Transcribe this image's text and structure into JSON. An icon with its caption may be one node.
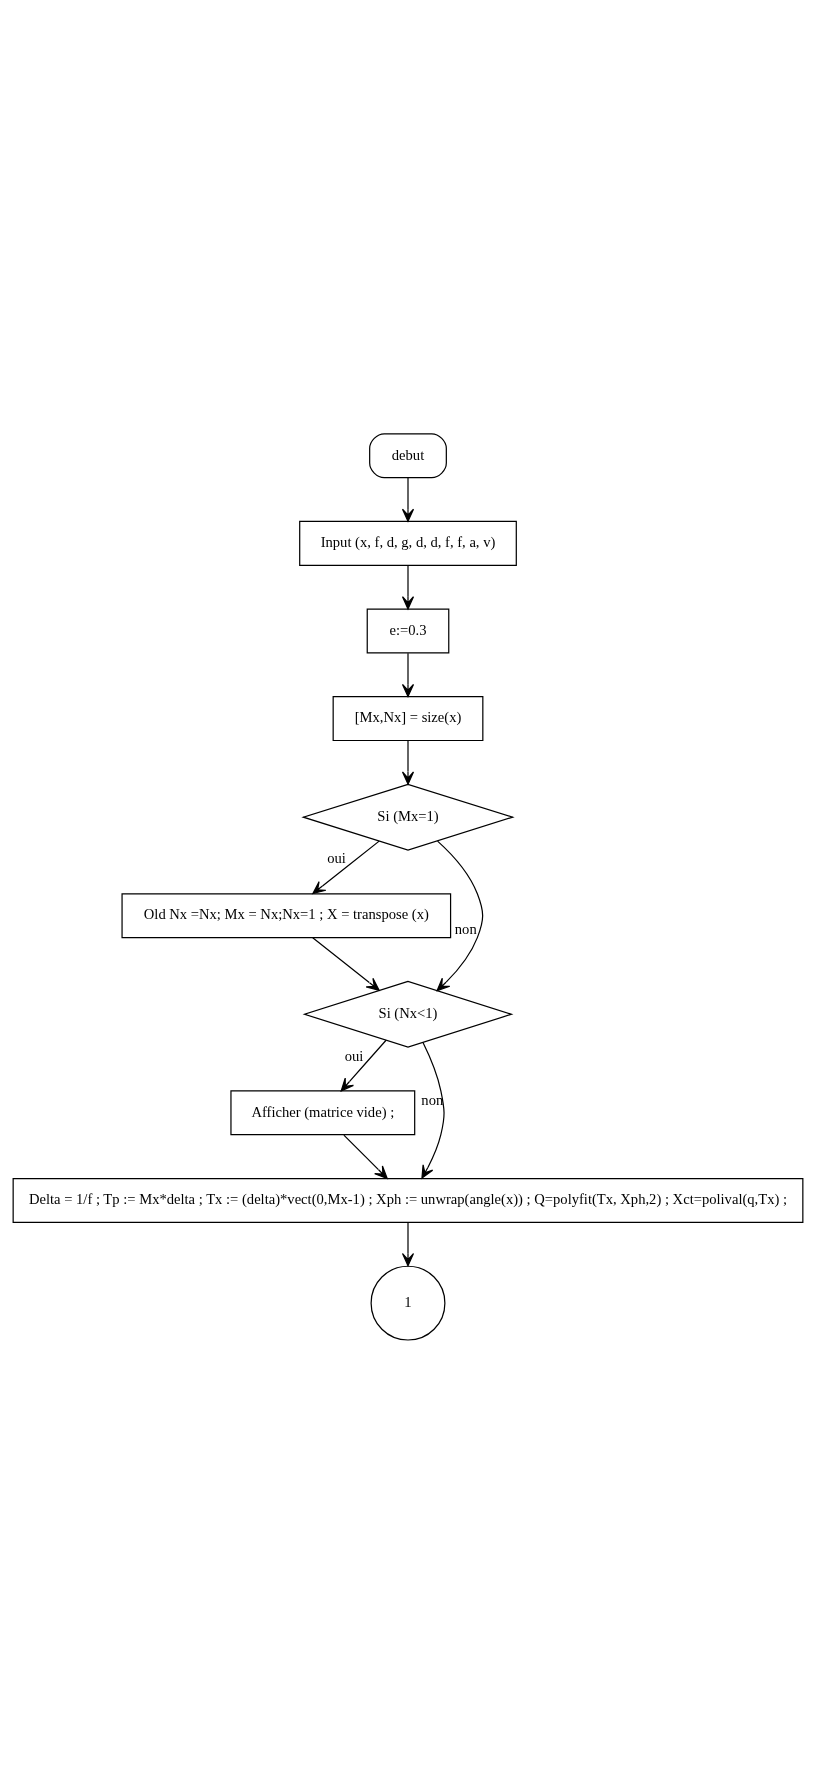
{
  "diagram": {
    "nodes": [
      {
        "text": [
          "debut"
        ]
      },
      {
        "text": [
          "Input (x, f, d, g, d, d, f, f, a, v)"
        ]
      },
      {
        "text": [
          "e:=0.3"
        ]
      },
      {
        "text": [
          "[Mx,Nx] = size(x)"
        ]
      },
      {
        "text": [
          "Si (Mx=1)"
        ]
      },
      {
        "text": [
          "Old Nx =Nx; Mx = Nx;Nx=1 ; X = transpose (x)"
        ]
      },
      {
        "text": [
          "Si (Nx<1)"
        ]
      },
      {
        "text": [
          "Afficher (matrice vide) ;"
        ]
      },
      {
        "text": [
          "Delta = 1/f ; Tp := Mx*delta ; Tx := (delta)*vect(0,Mx-1) ; Xph := unwrap(angle(x)) ; Q=polyfit(Tx, Xph,2) ; Xct=polival(q,Tx) ;"
        ]
      },
      {
        "text": [
          "1"
        ]
      }
    ],
    "edges": [
      {
        "from": 0,
        "to": 1,
        "arrow": "to"
      },
      {
        "from": 1,
        "to": 2,
        "arrow": "to"
      },
      {
        "from": 2,
        "to": 3,
        "arrow": "to"
      },
      {
        "from": 3,
        "to": 4,
        "arrow": "to"
      },
      {
        "from": 4,
        "to": 5,
        "arrow": "to",
        "label": "oui"
      },
      {
        "from": 4,
        "to": 6,
        "arrow": "to",
        "label": "non"
      },
      {
        "from": 5,
        "to": 6,
        "arrow": "to"
      },
      {
        "from": 6,
        "to": 7,
        "arrow": "to",
        "label": "oui"
      },
      {
        "from": 6,
        "to": 8,
        "arrow": "to",
        "label": "non"
      },
      {
        "from": 7,
        "to": 8,
        "arrow": "to"
      },
      {
        "from": 8,
        "to": 9,
        "arrow": "to"
      }
    ]
  }
}
